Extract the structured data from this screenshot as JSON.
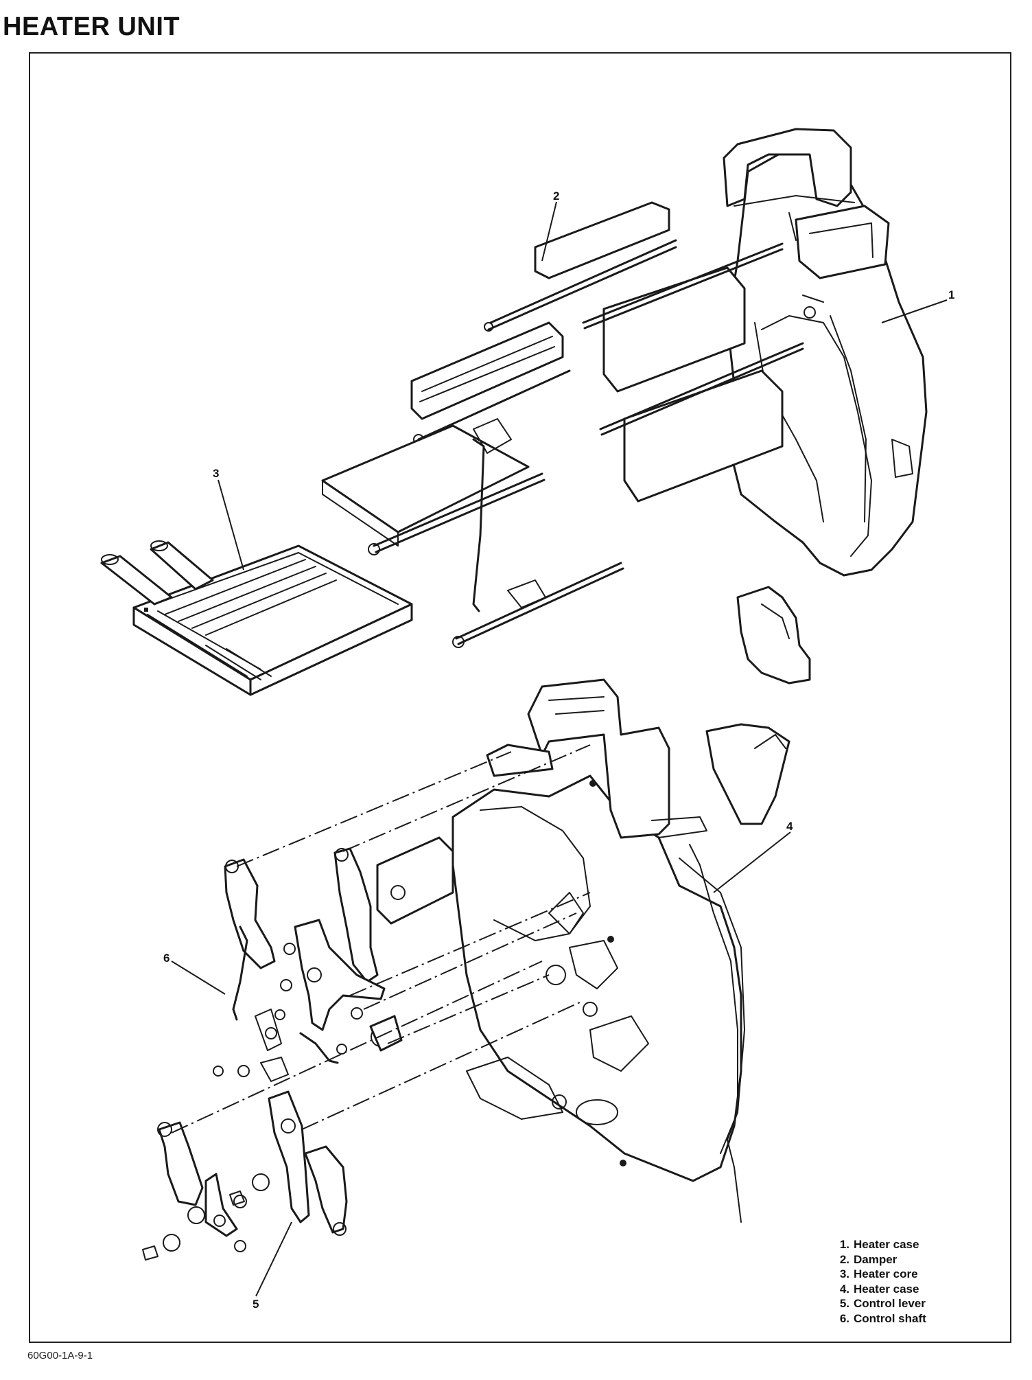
{
  "page": {
    "title": "HEATER UNIT",
    "figure_code": "60G00-1A-9-1"
  },
  "callouts": [
    "1",
    "2",
    "3",
    "4",
    "5",
    "6"
  ],
  "legend": [
    {
      "num": "1.",
      "text": "Heater case"
    },
    {
      "num": "2.",
      "text": "Damper"
    },
    {
      "num": "3.",
      "text": "Heater core"
    },
    {
      "num": "4.",
      "text": "Heater case"
    },
    {
      "num": "5.",
      "text": "Control lever"
    },
    {
      "num": "6.",
      "text": "Control shaft"
    }
  ]
}
